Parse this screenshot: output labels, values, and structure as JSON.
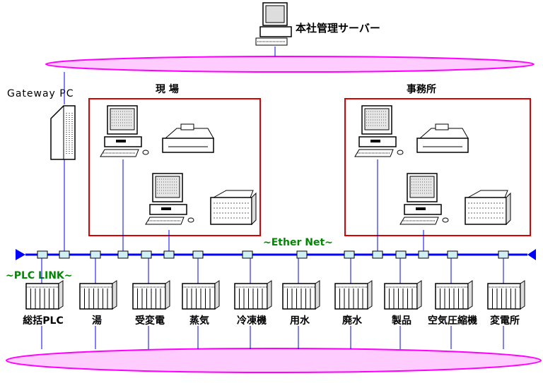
{
  "server": {
    "label": "本社管理サーバー"
  },
  "gateway": {
    "label": "Gateway PC"
  },
  "zones": [
    {
      "label": "現 場"
    },
    {
      "label": "事務所"
    }
  ],
  "networks": {
    "ether": "~Ether Net~",
    "plc_link": "~PLC LINK~"
  },
  "plcs": [
    {
      "label": "総括PLC"
    },
    {
      "label": "湯"
    },
    {
      "label": "受変電"
    },
    {
      "label": "蒸気"
    },
    {
      "label": "冷凍機"
    },
    {
      "label": "用水"
    },
    {
      "label": "廃水"
    },
    {
      "label": "製品"
    },
    {
      "label": "空気圧縮機"
    },
    {
      "label": "変電所"
    }
  ],
  "colors": {
    "ring": "#ff00ff",
    "ring_fill": "#ffccff",
    "bus": "#0000ff",
    "zone_border": "#dd0000",
    "network_label": "#008800",
    "node_fill": "#cfeff2"
  }
}
